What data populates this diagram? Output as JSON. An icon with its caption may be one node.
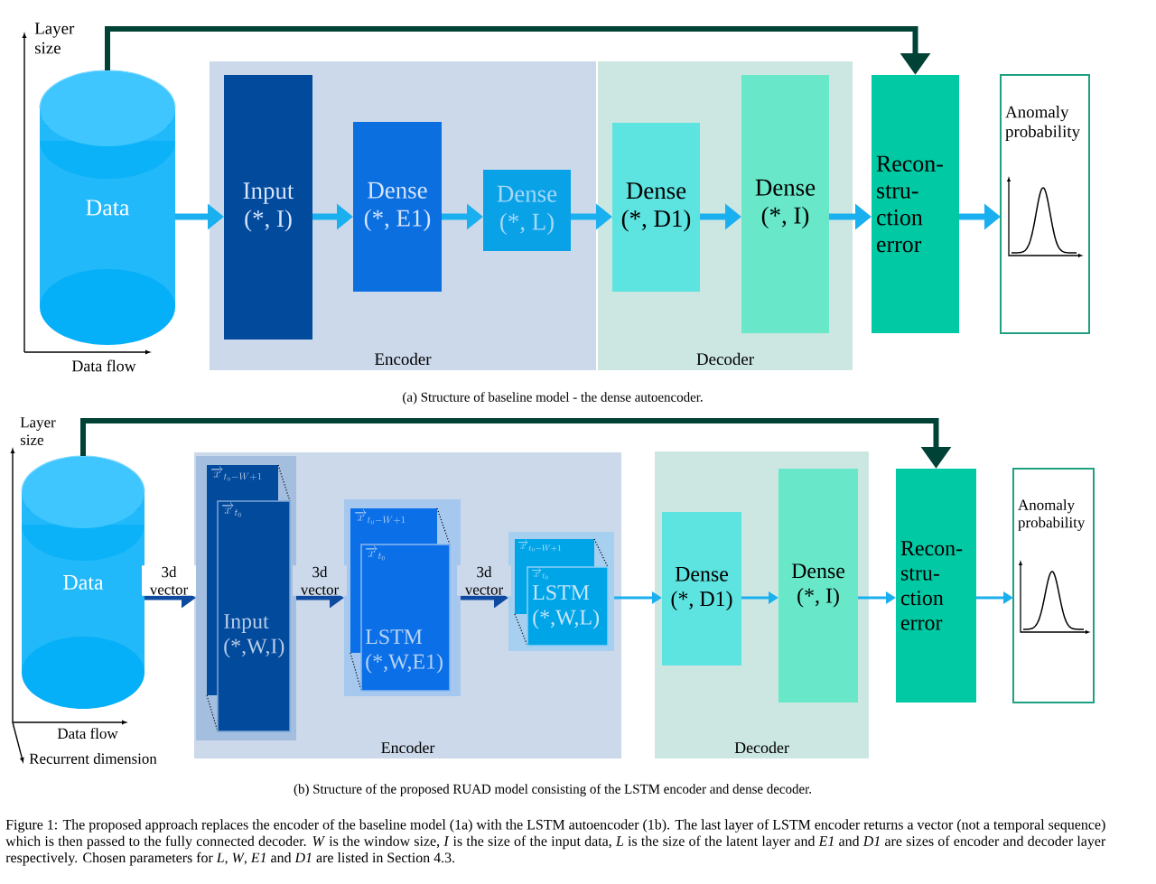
{
  "diagram": {
    "caption": "Figure 1: The proposed approach replaces the encoder of the baseline model (1a) with the LSTM autoencoder (1b). The last layer of LSTM encoder returns a vector (not a temporal sequence) which is then passed to the fully connected decoder. *W* is the window size, *I* is the size of the input data, *L* is the size of the latent layer and *E1* and *D1* are sizes of encoder and decoder layer respectively. Chosen parameters for *L*, *W*, *E1* and *D1* are listed in Section 4.3.",
    "nodes": [
      {
        "text": [
          "Data"
        ]
      },
      {
        "text": [
          "Encoder"
        ]
      },
      {
        "text": [
          "Decoder"
        ]
      },
      {
        "text": [
          "Input",
          "(*, I)"
        ],
        "in": 1
      },
      {
        "text": [
          "Dense",
          "(*, E1)"
        ],
        "in": 1
      },
      {
        "text": [
          "Dense",
          "(*, L)"
        ],
        "in": 1
      },
      {
        "text": [
          "Dense",
          "(*, D1)"
        ],
        "in": 2
      },
      {
        "text": [
          "Dense",
          "(*, I)"
        ],
        "in": 2
      },
      {
        "text": [
          "Recon- stru- ction error"
        ]
      },
      {
        "text": [
          "Anomaly probability"
        ]
      },
      {
        "text": [
          "Data"
        ]
      },
      {
        "text": [
          "Encoder"
        ]
      },
      {
        "text": [
          "Decoder"
        ]
      },
      {
        "text": [
          "\\overrightarrow{x}_{t_0-W+1}",
          "\\overrightarrow{x}_{t_0}",
          "Input",
          "(*,W,I)"
        ],
        "in": 11
      },
      {
        "text": [
          "\\overrightarrow{x}_{t_0-W+1}",
          "\\overrightarrow{x}_{t_0}",
          "LSTM",
          "(*,W,E1)"
        ],
        "in": 11
      },
      {
        "text": [
          "\\overrightarrow{x}_{t_0-W+1}",
          "\\overrightarrow{x}_{t_0}",
          "LSTM",
          "(*,W,L)"
        ],
        "in": 11
      },
      {
        "text": [
          "Dense",
          "(*, D1)"
        ],
        "in": 12
      },
      {
        "text": [
          "Dense",
          "(*, I)"
        ],
        "in": 12
      },
      {
        "text": [
          "Recon- stru- ction error"
        ]
      },
      {
        "text": [
          "Anomaly probability"
        ]
      }
    ],
    "edges": [
      {
        "from": 0,
        "to": 3,
        "arrow": "to"
      },
      {
        "from": 3,
        "to": 4,
        "arrow": "to"
      },
      {
        "from": 4,
        "to": 5,
        "arrow": "to"
      },
      {
        "from": 5,
        "to": 6,
        "arrow": "to"
      },
      {
        "from": 6,
        "to": 7,
        "arrow": "to"
      },
      {
        "from": 7,
        "to": 8,
        "arrow": "to"
      },
      {
        "from": 8,
        "to": 9,
        "arrow": "to"
      },
      {
        "from": 0,
        "to": 8,
        "arrow": "to",
        "color": "#004236"
      },
      {
        "from": 10,
        "to": 13,
        "arrow": "to",
        "label": "3d vector",
        "color": "#0d4aa0"
      },
      {
        "from": 13,
        "to": 14,
        "arrow": "to",
        "label": "3d vector",
        "color": "#0d4aa0"
      },
      {
        "from": 14,
        "to": 15,
        "arrow": "to",
        "label": "3d vector",
        "color": "#0d4aa0"
      },
      {
        "from": 15,
        "to": 16,
        "arrow": "to"
      },
      {
        "from": 16,
        "to": 17,
        "arrow": "to"
      },
      {
        "from": 17,
        "to": 18,
        "arrow": "to"
      },
      {
        "from": 18,
        "to": 19,
        "arrow": "to"
      },
      {
        "from": 10,
        "to": 18,
        "arrow": "to",
        "color": "#004236"
      }
    ],
    "labels": [
      "Layer size",
      "Data flow",
      "(a) Structure of baseline model - the dense autoencoder.",
      "Layer size",
      "Data flow",
      "Recurrent dimension",
      "(b) Structure of the proposed RUAD model consisting of the LSTM encoder and dense decoder."
    ]
  }
}
